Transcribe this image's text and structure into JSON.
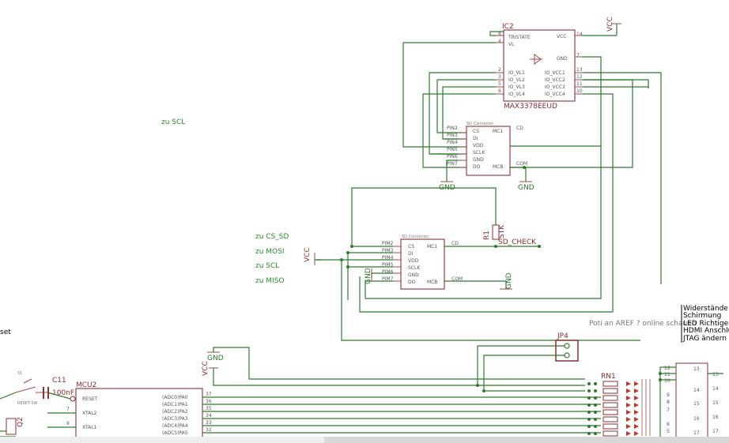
{
  "net_labels": {
    "zu_scl_top": "zu SCL",
    "zu_cs_sd": "zu CS_SD",
    "zu_mosi": "zu MOSI",
    "zu_scl": "zu SCL",
    "zu_miso": "zu MISO"
  },
  "ic2": {
    "name": "IC2",
    "part": "MAX3378EEUD",
    "left_pins": [
      "TRISTATE",
      "VL",
      "IO_VL1",
      "IO_VL2",
      "IO_VL3",
      "IO_VL4"
    ],
    "left_nums": [
      "8",
      "4",
      "2",
      "3",
      "5",
      "6"
    ],
    "right_pins": [
      "VCC",
      "GND",
      "IO_VCC1",
      "IO_VCC2",
      "IO_VCC3",
      "IO_VCC4"
    ],
    "right_nums": [
      "14",
      "7",
      "13",
      "12",
      "11",
      "10"
    ]
  },
  "sd1": {
    "title": "SD Connector",
    "pins": [
      "PIN2",
      "PIN3",
      "PIN4",
      "PIN5",
      "PIN6",
      "PIN7"
    ],
    "inner": [
      "CS",
      "DI",
      "VDD",
      "SCLK",
      "GND",
      "DO"
    ],
    "right_inner": [
      "MC1",
      "MCB"
    ],
    "right_labels": [
      "CD",
      "COM"
    ]
  },
  "sd2": {
    "title": "SD Connector",
    "pins": [
      "PIM2",
      "PIM3",
      "PIM4",
      "PIM5",
      "PIM6",
      "PIM7"
    ],
    "inner": [
      "CS",
      "DI",
      "VDD",
      "SCLK",
      "GND",
      "DO"
    ],
    "right_inner": [
      "MC1",
      "MCB"
    ],
    "right_labels": [
      "CD",
      "COM"
    ]
  },
  "power": {
    "vcc": "VCC",
    "gnd": "GND"
  },
  "r1": {
    "name": "R1",
    "value": "STK"
  },
  "sd_check": "SD_CHECK",
  "jp4": "JP4",
  "notes": {
    "poti": "Poti an AREF ? online schauen",
    "list": [
      "Widerstände l",
      "Schirmung",
      "LED Richtige",
      "HDMI Anschlu",
      "JTAG ändern"
    ]
  },
  "mcu": {
    "name": "MCU2",
    "pins_left": [
      "RESET",
      "XTAL2",
      "XTAL1"
    ],
    "pins_left_nums": [
      "",
      "7",
      "9"
    ],
    "pins_right": [
      "(ADC0)PA0",
      "(ADC1)PA1",
      "(ADC2)PA2",
      "(ADC3)PA3",
      "(ADC4)PA4",
      "(ADC5)PA5"
    ],
    "pins_right_nums": [
      "37",
      "36",
      "35",
      "34",
      "33",
      "32"
    ]
  },
  "c11": {
    "name": "C11",
    "value": "100nF"
  },
  "q2": "Q2",
  "s_label": "set",
  "rn1": "RN1",
  "connector": {
    "left_nums": [
      "12",
      "11",
      "10",
      "9",
      "8",
      "7",
      "6",
      "5"
    ],
    "inner_nums": [
      "13",
      "14",
      "15",
      "16",
      "17"
    ],
    "right_nums": [
      "13",
      "14",
      "15",
      "16",
      "17"
    ]
  }
}
